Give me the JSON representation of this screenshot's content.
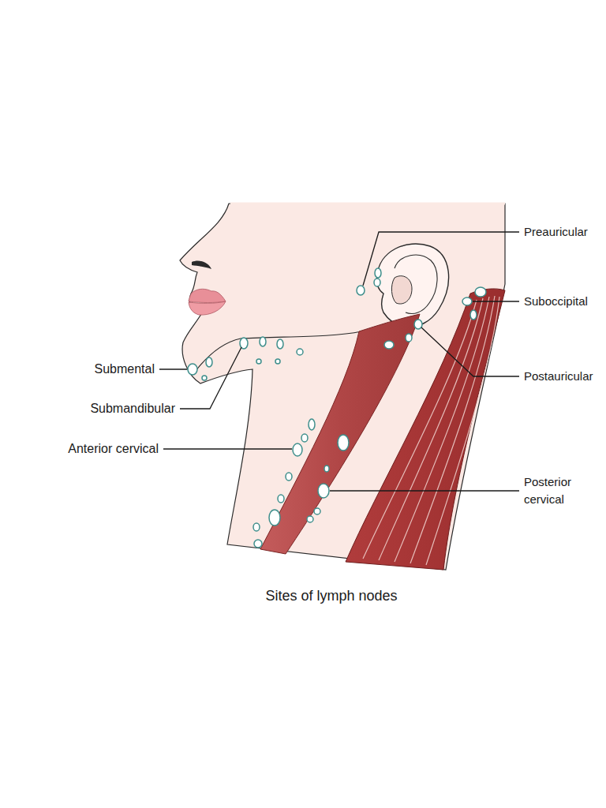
{
  "diagram": {
    "caption": "Sites of lymph nodes",
    "labels": [
      "Preauricular",
      "Suboccipital",
      "Postauricular",
      "Submental",
      "Submandibular",
      "Anterior cervical",
      "Posterior cervical"
    ]
  }
}
